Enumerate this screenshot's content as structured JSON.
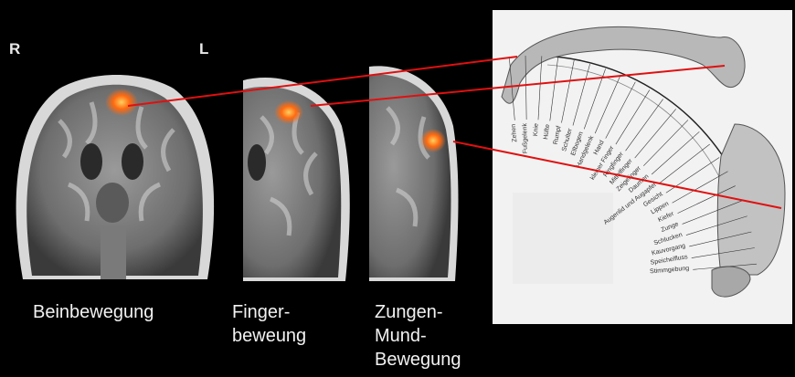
{
  "hemisphere_labels": {
    "right": "R",
    "left": "L"
  },
  "captions": {
    "leg": [
      "Beinbewegung"
    ],
    "finger": [
      "Finger-",
      "beweung"
    ],
    "tongue": [
      "Zungen-",
      "Mund-",
      "Bewegung"
    ]
  },
  "homunculus_labels": [
    "Zehen",
    "Fußgelenk",
    "Knie",
    "Hüfte",
    "Rumpf",
    "Schulter",
    "Ellbogen",
    "Handgelenk",
    "Hand",
    "kleiner Finger",
    "Ringfinger",
    "Mittelfinger",
    "Zeigefinger",
    "Daumen",
    "Augenlid und Augapfel",
    "Gesicht",
    "Lippen",
    "Kiefer",
    "Zunge",
    "Schlucken",
    "Kauvorgang",
    "Speichelfluss",
    "Stimmgebung"
  ],
  "colors": {
    "background": "#000000",
    "connector": "#e01010",
    "activation": "#ff6a10",
    "panel": "#f2f2f2"
  }
}
